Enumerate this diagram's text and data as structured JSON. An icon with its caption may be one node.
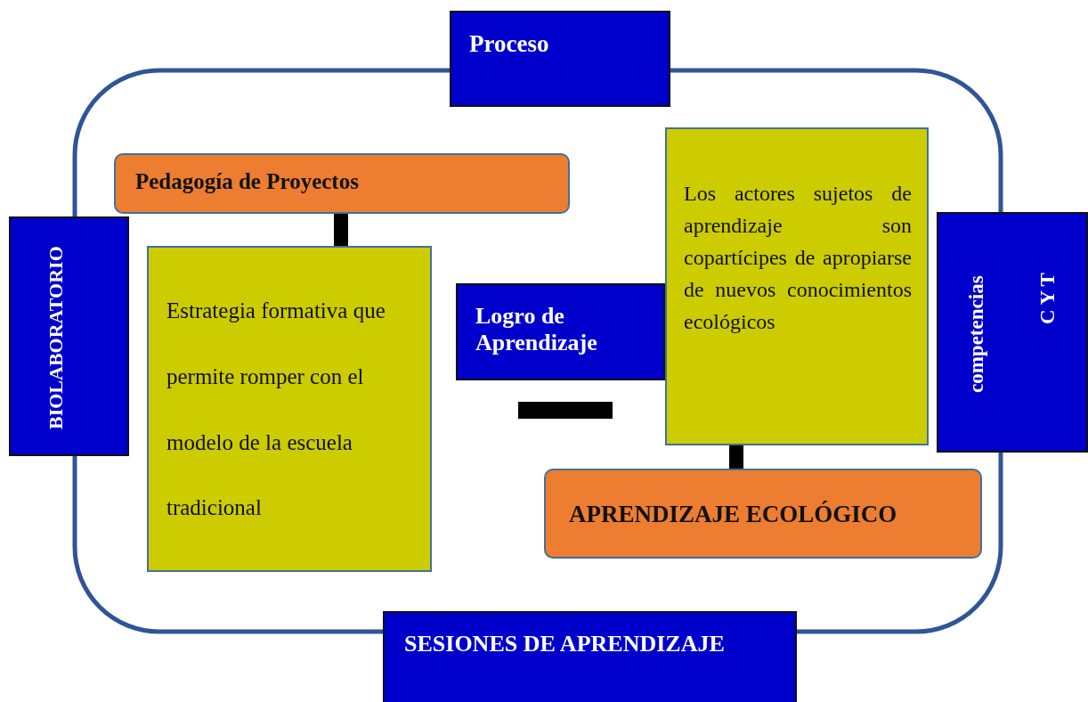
{
  "diagram": {
    "nodes": [
      {
        "text": [
          "Proceso"
        ]
      },
      {
        "text": [
          "BIOLABORATORIO"
        ]
      },
      {
        "text": [
          "Pedagogía de Proyectos"
        ]
      },
      {
        "text": [
          "Estrategia formativa que permite romper con el modelo de la escuela tradicional"
        ]
      },
      {
        "text": [
          "Logro de Aprendizaje"
        ]
      },
      {
        "text": [],
        "shape": "bar"
      },
      {
        "text": [
          "Los actores sujetos de aprendizaje son copartícipes de apropiarse de nuevos conocimientos ecológicos"
        ]
      },
      {
        "text": [
          "competencias",
          "C Y T"
        ]
      },
      {
        "text": [
          "APRENDIZAJE ECOLÓGICO"
        ]
      },
      {
        "text": [
          "SESIONES DE APRENDIZAJE"
        ]
      }
    ],
    "edges": [
      {
        "from": 2,
        "to": 3,
        "arrow": "none"
      },
      {
        "from": 6,
        "to": 8,
        "arrow": "none"
      }
    ]
  }
}
